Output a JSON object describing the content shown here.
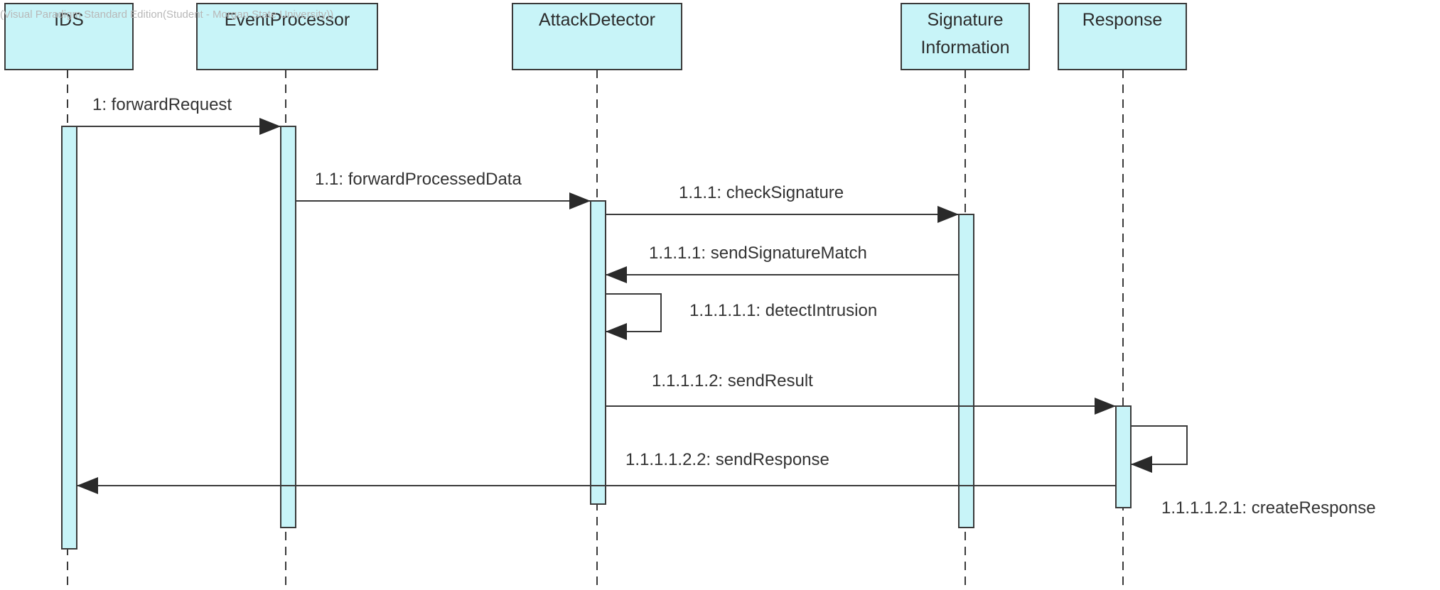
{
  "watermark": "(Visual Paradigm Standard Edition(Student - Morgan State University))",
  "lifelines": [
    {
      "id": "ids",
      "title_lines": [
        "IDS"
      ]
    },
    {
      "id": "event-processor",
      "title_lines": [
        "EventProcessor"
      ]
    },
    {
      "id": "attack-detector",
      "title_lines": [
        "AttackDetector"
      ]
    },
    {
      "id": "signature-information",
      "title_lines": [
        "Signature",
        "Information"
      ]
    },
    {
      "id": "response",
      "title_lines": [
        "Response"
      ]
    }
  ],
  "messages": [
    {
      "label": "1: forwardRequest",
      "from": "IDS",
      "to": "EventProcessor"
    },
    {
      "label": "1.1: forwardProcessedData",
      "from": "EventProcessor",
      "to": "AttackDetector"
    },
    {
      "label": "1.1.1: checkSignature",
      "from": "AttackDetector",
      "to": "Signature Information"
    },
    {
      "label": "1.1.1.1: sendSignatureMatch",
      "from": "Signature Information",
      "to": "AttackDetector"
    },
    {
      "label": "1.1.1.1.1: detectIntrusion",
      "from": "AttackDetector",
      "to": "AttackDetector"
    },
    {
      "label": "1.1.1.1.2: sendResult",
      "from": "AttackDetector",
      "to": "Response"
    },
    {
      "label": "1.1.1.1.2.1: createResponse",
      "from": "Response",
      "to": "Response"
    },
    {
      "label": "1.1.1.1.2.2: sendResponse",
      "from": "Response",
      "to": "IDS"
    }
  ],
  "colors": {
    "box_fill": "#c8f4f8",
    "stroke": "#3a3a3a",
    "text": "#333333"
  }
}
